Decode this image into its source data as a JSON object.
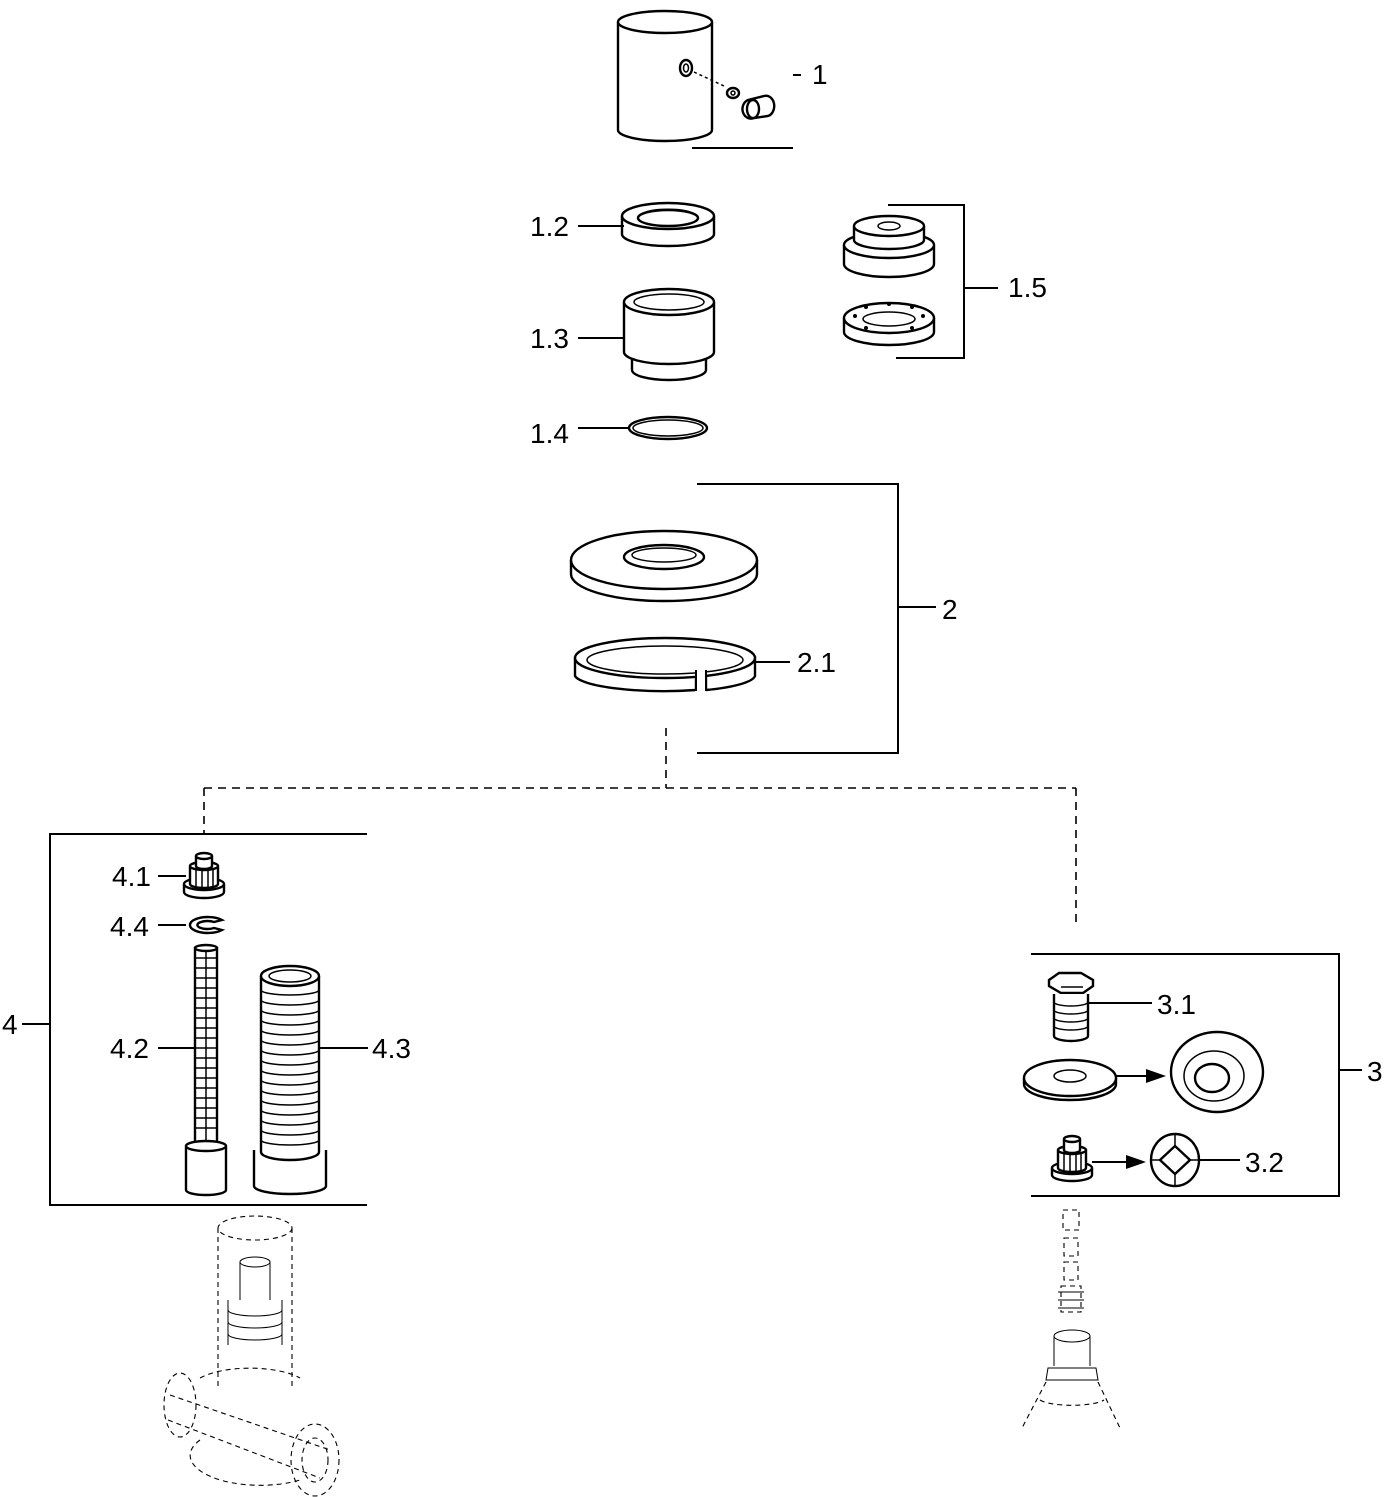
{
  "callouts": {
    "c1": "1",
    "c1_2": "1.2",
    "c1_3": "1.3",
    "c1_4": "1.4",
    "c1_5": "1.5",
    "c2": "2",
    "c2_1": "2.1",
    "c3": "3",
    "c3_1": "3.1",
    "c3_2": "3.2",
    "c4": "4",
    "c4_1": "4.1",
    "c4_2": "4.2",
    "c4_3": "4.3",
    "c4_4": "4.4"
  },
  "colors": {
    "line": "#000000",
    "background": "#ffffff"
  }
}
